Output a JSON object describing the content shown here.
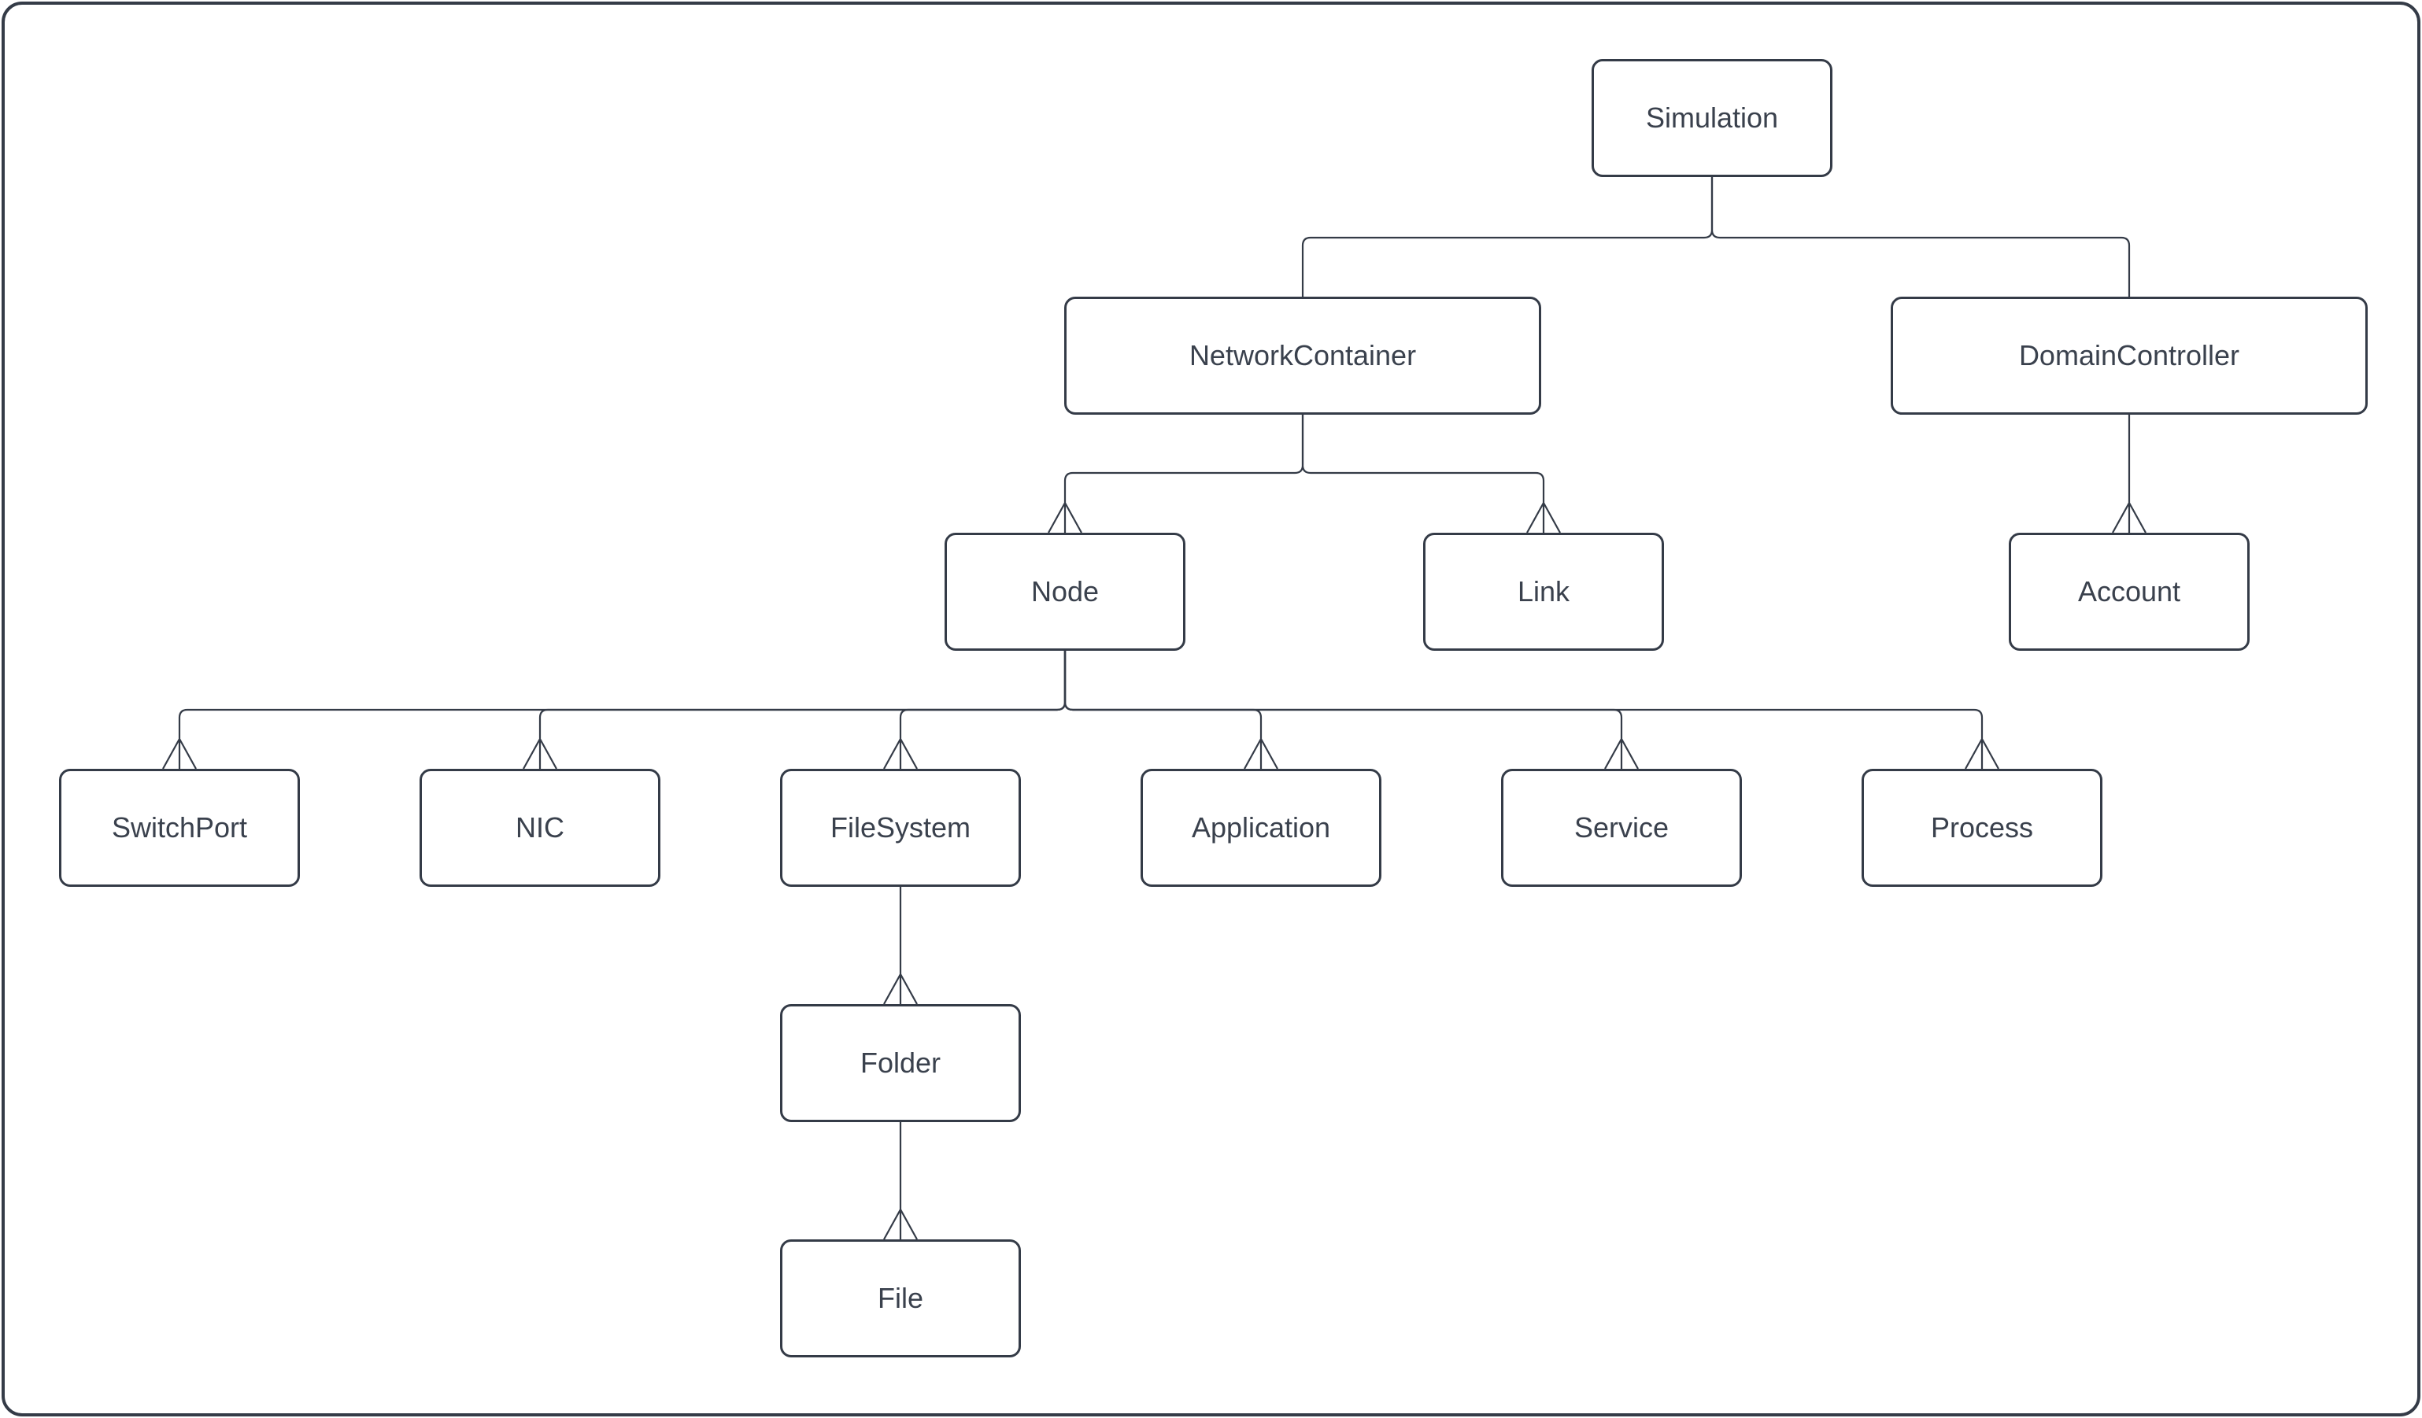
{
  "diagram": {
    "type": "hierarchy-tree",
    "style": {
      "background_color": "#ffffff",
      "stroke_color": "#343b47",
      "text_color": "#3a414d",
      "node_fill": "#ffffff",
      "arrowhead": "open-triangle-pointing-up"
    },
    "nodes": [
      {
        "id": "simulation",
        "label": "Simulation"
      },
      {
        "id": "network-container",
        "label": "NetworkContainer"
      },
      {
        "id": "domain-controller",
        "label": "DomainController"
      },
      {
        "id": "node",
        "label": "Node"
      },
      {
        "id": "link",
        "label": "Link"
      },
      {
        "id": "account",
        "label": "Account"
      },
      {
        "id": "switch-port",
        "label": "SwitchPort"
      },
      {
        "id": "nic",
        "label": "NIC"
      },
      {
        "id": "file-system",
        "label": "FileSystem"
      },
      {
        "id": "application",
        "label": "Application"
      },
      {
        "id": "service",
        "label": "Service"
      },
      {
        "id": "process",
        "label": "Process"
      },
      {
        "id": "folder",
        "label": "Folder"
      },
      {
        "id": "file",
        "label": "File"
      }
    ],
    "edges": [
      {
        "from": "Simulation",
        "to": "NetworkContainer",
        "arrowhead": false
      },
      {
        "from": "Simulation",
        "to": "DomainController",
        "arrowhead": false
      },
      {
        "from": "NetworkContainer",
        "to": "Node",
        "arrowhead": true
      },
      {
        "from": "NetworkContainer",
        "to": "Link",
        "arrowhead": true
      },
      {
        "from": "DomainController",
        "to": "Account",
        "arrowhead": true
      },
      {
        "from": "Node",
        "to": "SwitchPort",
        "arrowhead": true
      },
      {
        "from": "Node",
        "to": "NIC",
        "arrowhead": true
      },
      {
        "from": "Node",
        "to": "FileSystem",
        "arrowhead": true
      },
      {
        "from": "Node",
        "to": "Application",
        "arrowhead": true
      },
      {
        "from": "Node",
        "to": "Service",
        "arrowhead": true
      },
      {
        "from": "Node",
        "to": "Process",
        "arrowhead": true
      },
      {
        "from": "FileSystem",
        "to": "Folder",
        "arrowhead": true
      },
      {
        "from": "Folder",
        "to": "File",
        "arrowhead": true
      }
    ]
  }
}
